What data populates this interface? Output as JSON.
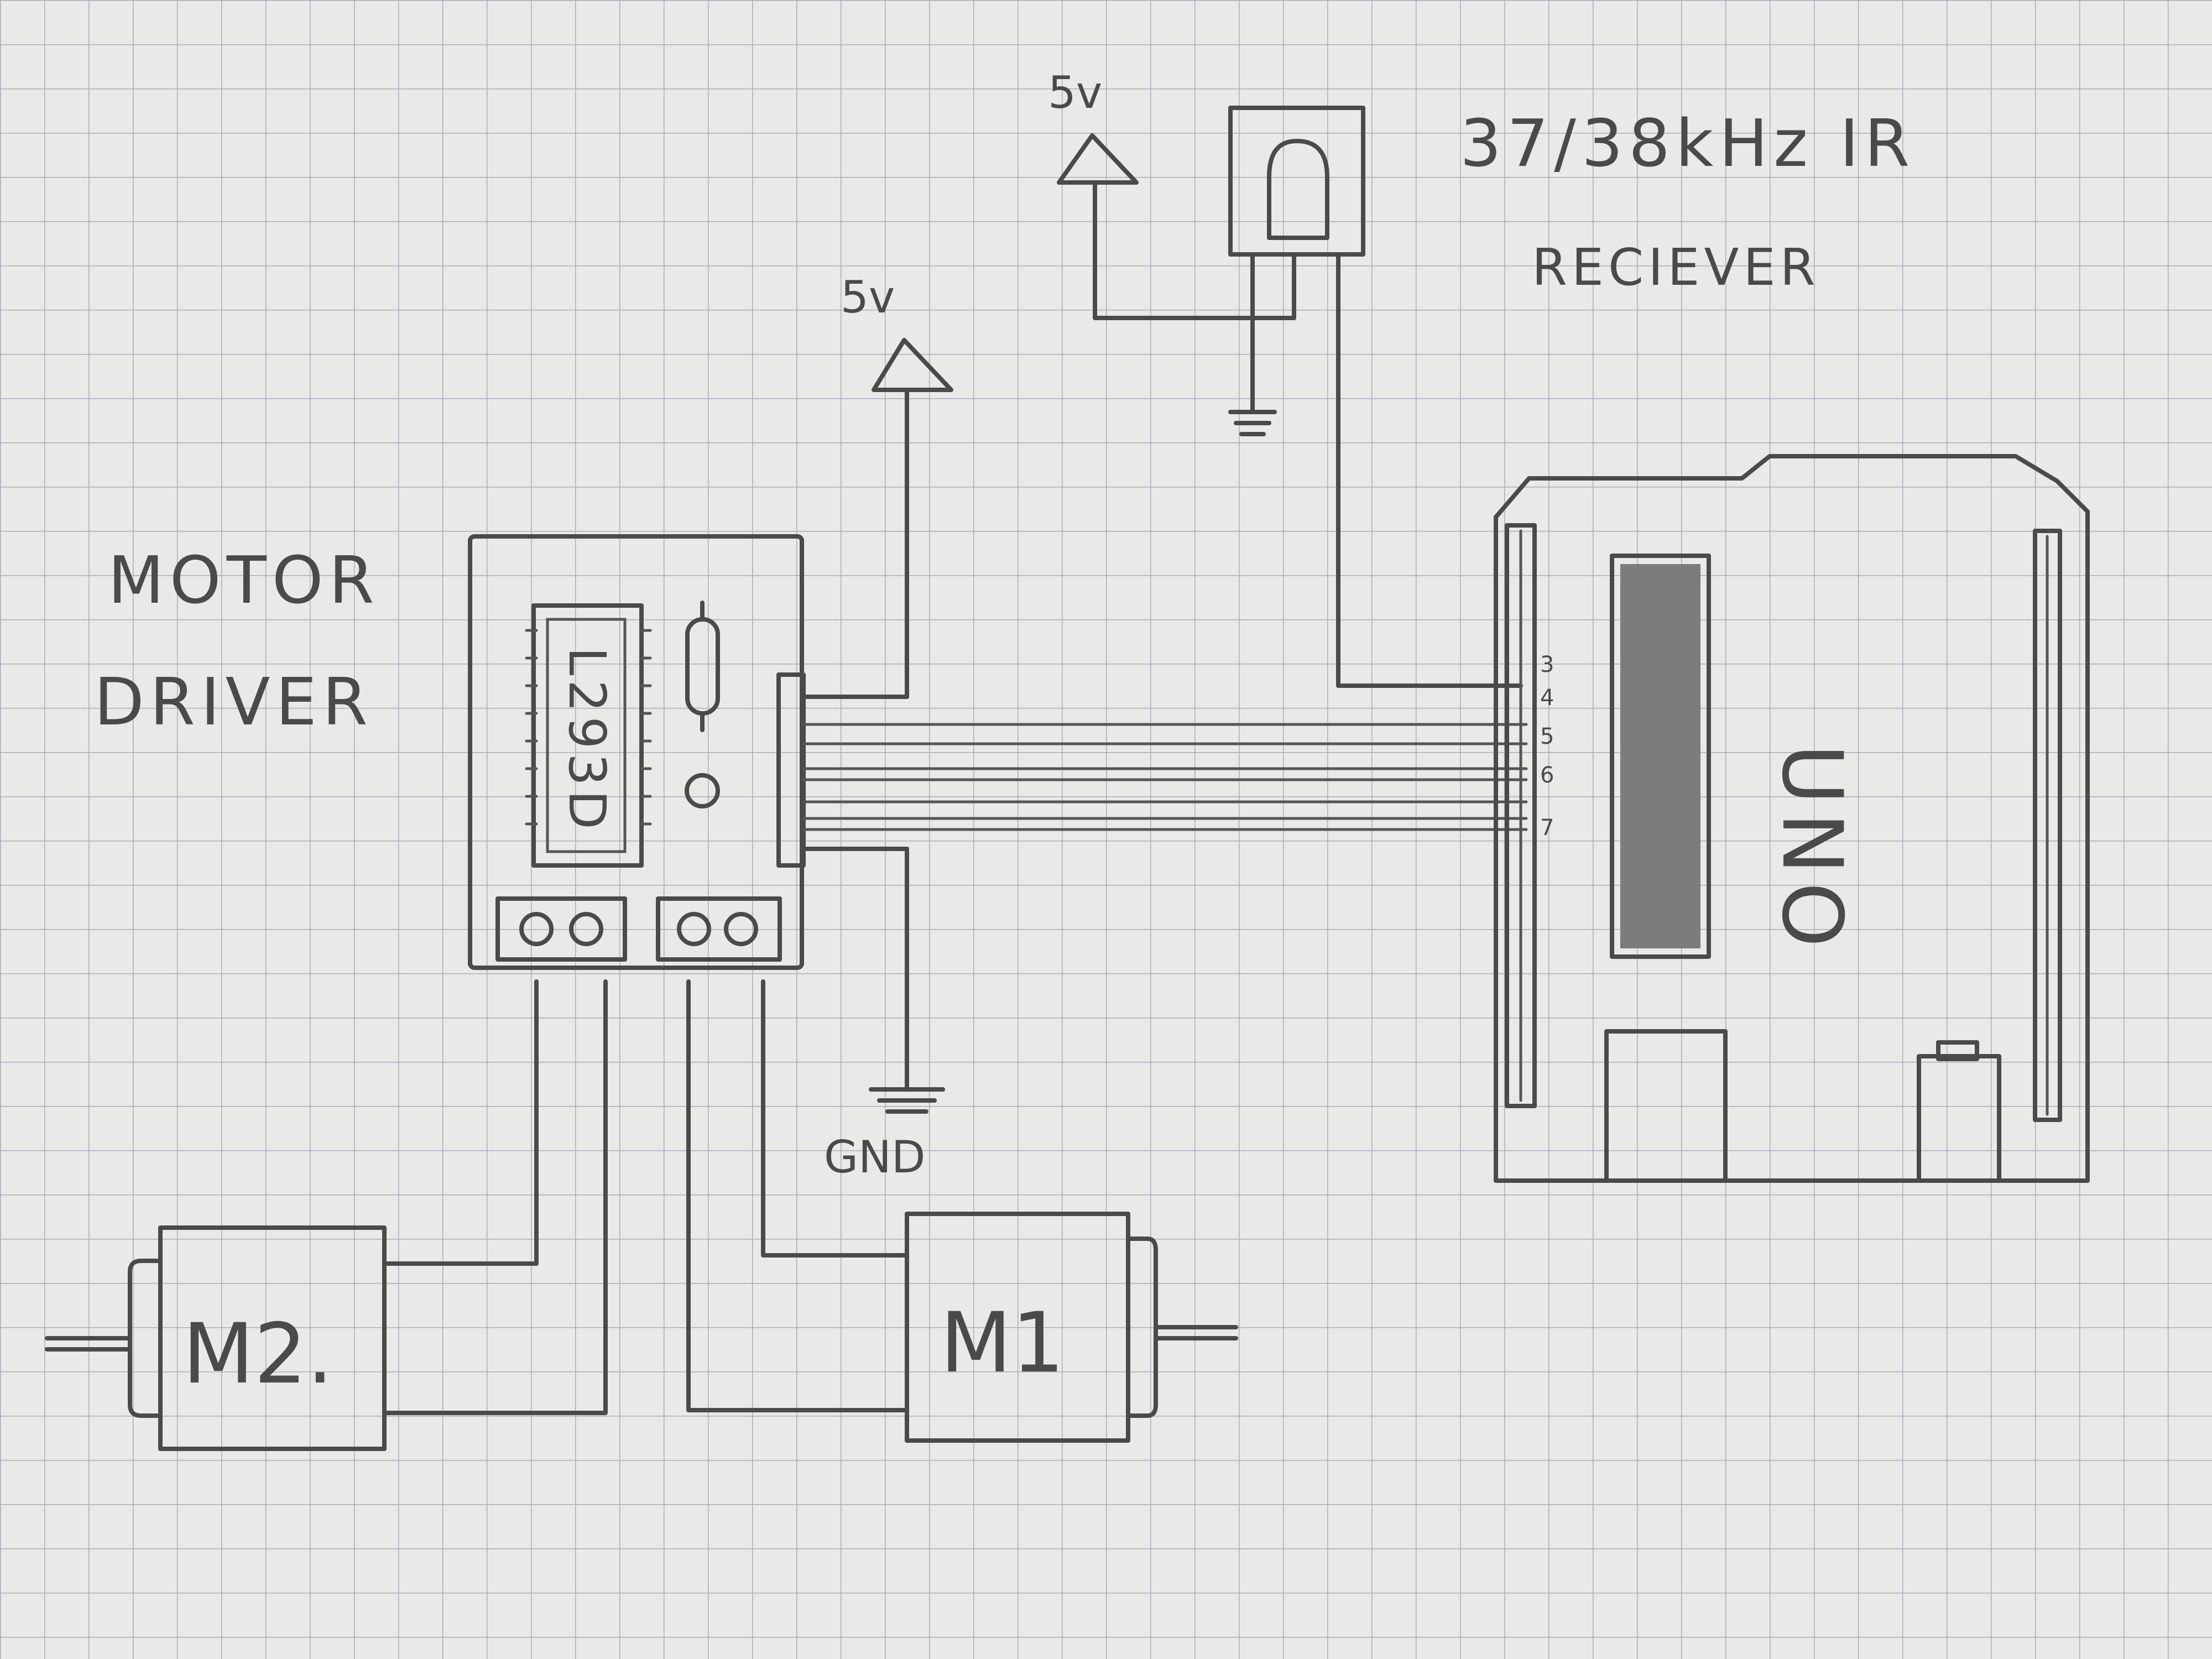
{
  "labels": {
    "motor_driver_line1": "MOTOR",
    "motor_driver_line2": "DRIVER",
    "chip": "L293D",
    "supply_driver": "5v",
    "supply_ir": "5v",
    "ground": "GND",
    "ir_line1": "37/38kHz IR",
    "ir_line2": "RECIEVER",
    "board": "UNO",
    "motor1": "M1",
    "motor2": "M2."
  },
  "pins": [
    "3",
    "4",
    "5",
    "6",
    "7"
  ]
}
